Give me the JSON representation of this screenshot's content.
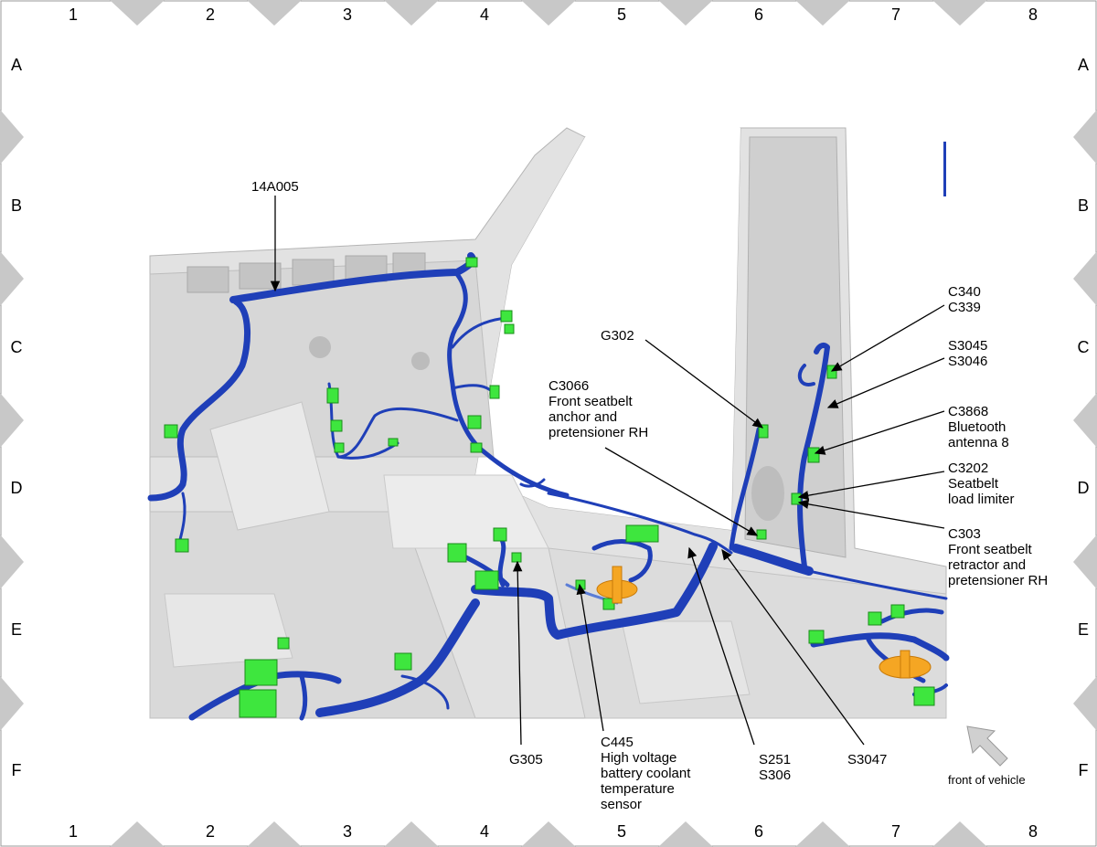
{
  "grid": {
    "columns": [
      "1",
      "2",
      "3",
      "4",
      "5",
      "6",
      "7",
      "8"
    ],
    "rows": [
      "A",
      "B",
      "C",
      "D",
      "E",
      "F"
    ]
  },
  "callouts": {
    "c14a005": "14A005",
    "g302": "G302",
    "c3066": "C3066\nFront seatbelt\nanchor and\npretensioner RH",
    "c340": "C340\nC339",
    "s3045": "S3045\nS3046",
    "c3868": "C3868\nBluetooth\nantenna 8",
    "c3202": "C3202\nSeatbelt\nload limiter",
    "c303": "C303\nFront seatbelt\nretractor and\npretensioner RH",
    "g305": "G305",
    "c445": "C445\nHigh voltage\nbattery coolant\ntemperature\nsensor",
    "s251": "S251\nS306",
    "s3047": "S3047"
  },
  "front_of_vehicle": "front of vehicle",
  "colors": {
    "harness": "#1f3fb8",
    "harness_dark": "#12288a",
    "connector": "#3ee63e",
    "body_panel": "#d9d9d9",
    "orange_part": "#f5a623",
    "frame_triangle": "#c8c8c8"
  }
}
